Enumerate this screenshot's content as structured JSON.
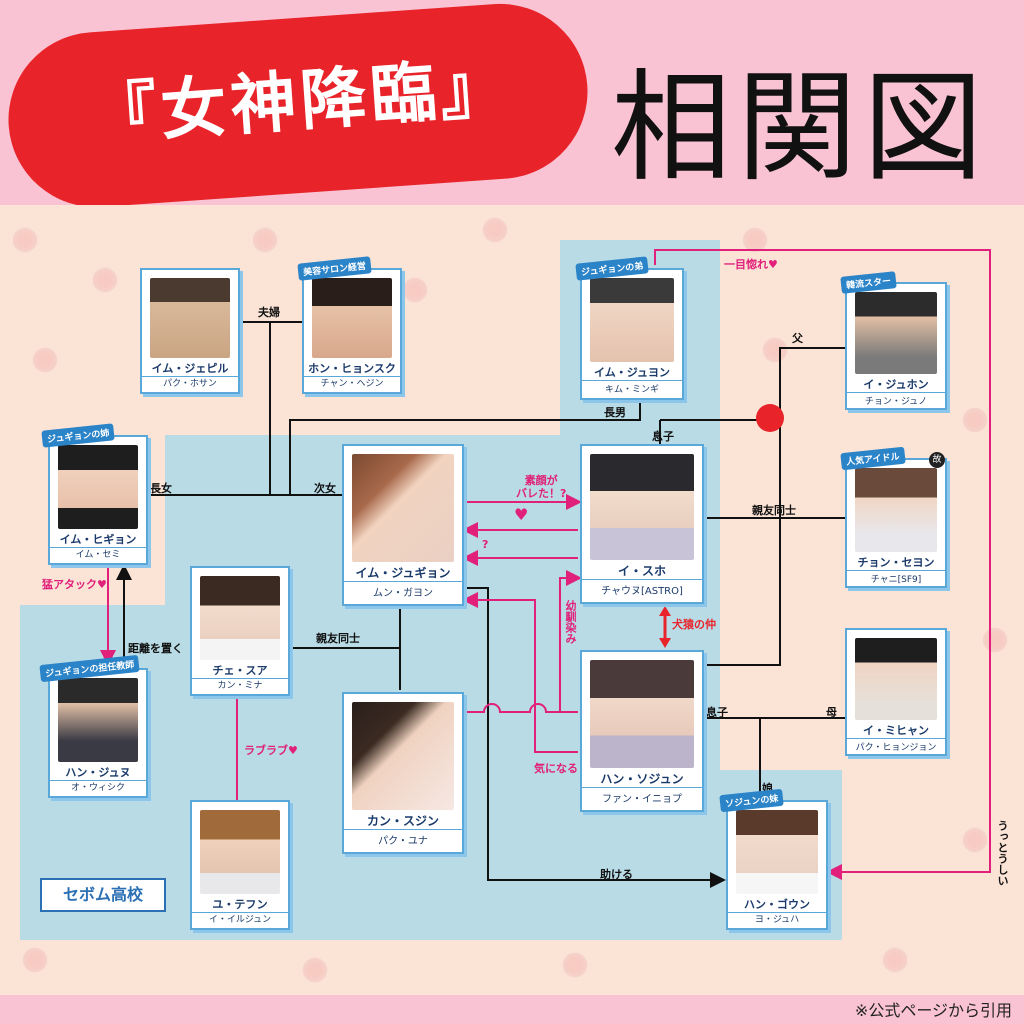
{
  "header": {
    "title": "『女神降臨』",
    "subtitle": "相関図"
  },
  "footer": {
    "citation": "※公式ページから引用"
  },
  "school_label": "セボム高校",
  "dead_mark": "故",
  "colors": {
    "accent_red": "#e8232a",
    "magenta": "#e0207a",
    "card_blue": "#5aa7d9",
    "region": "#b9dbe6"
  },
  "characters": {
    "jaepil": {
      "name": "イム・ジェピル",
      "actor": "パク・ホサン"
    },
    "heejin": {
      "name": "ホン・ヒョンスク",
      "actor": "チャン・ヘジン",
      "tag": "美容サロン経営"
    },
    "jukyung_brother": {
      "name": "イム・ジュヨン",
      "actor": "キム・ミンギ",
      "tag": "ジュギョンの弟"
    },
    "joonwoo": {
      "name": "イ・ジュホン",
      "actor": "チョン・ジュノ",
      "tag": "韓流スター"
    },
    "heekyung": {
      "name": "イム・ヒギョン",
      "actor": "イム・セミ",
      "tag": "ジュギョンの姉"
    },
    "jukyung": {
      "name": "イム・ジュギョン",
      "actor": "ムン・ガヨン"
    },
    "suho": {
      "name": "イ・スホ",
      "actor": "チャウヌ[ASTRO]"
    },
    "sehyeon": {
      "name": "チョン・セヨン",
      "actor": "チャニ[SF9]",
      "tag": "人気アイドル"
    },
    "sua": {
      "name": "チェ・スア",
      "actor": "カン・ミナ"
    },
    "junwoo": {
      "name": "ハン・ジュヌ",
      "actor": "オ・ウィシク",
      "tag": "ジュギョンの担任教師"
    },
    "sujin": {
      "name": "カン・スジン",
      "actor": "パク・ユナ"
    },
    "seojun": {
      "name": "ハン・ソジュン",
      "actor": "ファン・イニョプ"
    },
    "mihyang": {
      "name": "イ・ミヒャン",
      "actor": "パク・ヒョンジョン"
    },
    "taehoon": {
      "name": "ユ・テフン",
      "actor": "イ・イルジュン"
    },
    "goeun": {
      "name": "ハン・ゴウン",
      "actor": "ヨ・ジュハ",
      "tag": "ソジュンの妹"
    }
  },
  "relations": {
    "couple": "夫婦",
    "eldest_daughter": "長女",
    "second_daughter": "次女",
    "eldest_son": "長男",
    "son": "息子",
    "father": "父",
    "mother": "母",
    "daughter": "娘",
    "best_friends_1": "親友同士",
    "best_friends_2": "親友同士",
    "first_sight": "一目惚れ♥",
    "exposed": "素顔が\nバレた！?",
    "heart": "♥",
    "question": "?",
    "childhood": "幼馴染み",
    "rivals": "犬猿の仲",
    "curious": "気になる",
    "help": "助ける",
    "annoying": "うっとうしい",
    "attack": "猛アタック♥",
    "distance": "距離を置く",
    "lovey": "ラブラブ♥"
  }
}
